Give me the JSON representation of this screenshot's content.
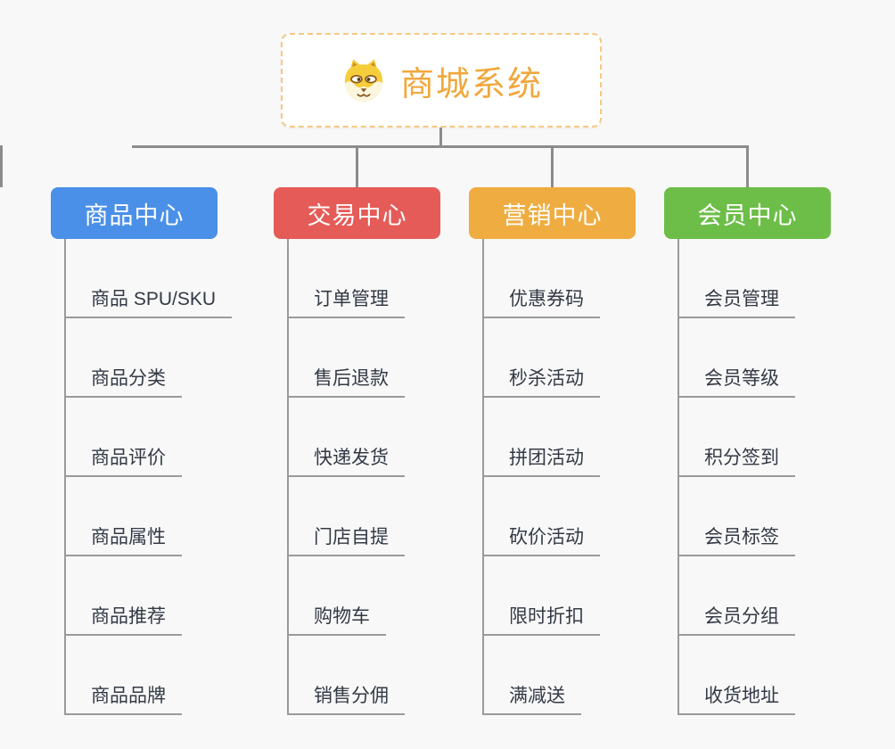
{
  "canvas": {
    "background": "#f8f8f8"
  },
  "root": {
    "title": "商城系统",
    "icon": "shiba-dog-icon",
    "text_color": "#f0a73c",
    "border_color": "#f5c982"
  },
  "connector_color": "#8c8c8c",
  "underline_color": "#9a9a9a",
  "leaf_text_color": "#333a45",
  "branches": [
    {
      "label": "商品中心",
      "color": "#4a90e8",
      "children": [
        "商品 SPU/SKU",
        "商品分类",
        "商品评价",
        "商品属性",
        "商品推荐",
        "商品品牌"
      ]
    },
    {
      "label": "交易中心",
      "color": "#e45b57",
      "children": [
        "订单管理",
        "售后退款",
        "快递发货",
        "门店自提",
        "购物车",
        "销售分佣"
      ]
    },
    {
      "label": "营销中心",
      "color": "#efad41",
      "children": [
        "优惠券码",
        "秒杀活动",
        "拼团活动",
        "砍价活动",
        "限时折扣",
        "满减送"
      ]
    },
    {
      "label": "会员中心",
      "color": "#6cbe48",
      "children": [
        "会员管理",
        "会员等级",
        "积分签到",
        "会员标签",
        "会员分组",
        "收货地址"
      ]
    }
  ]
}
